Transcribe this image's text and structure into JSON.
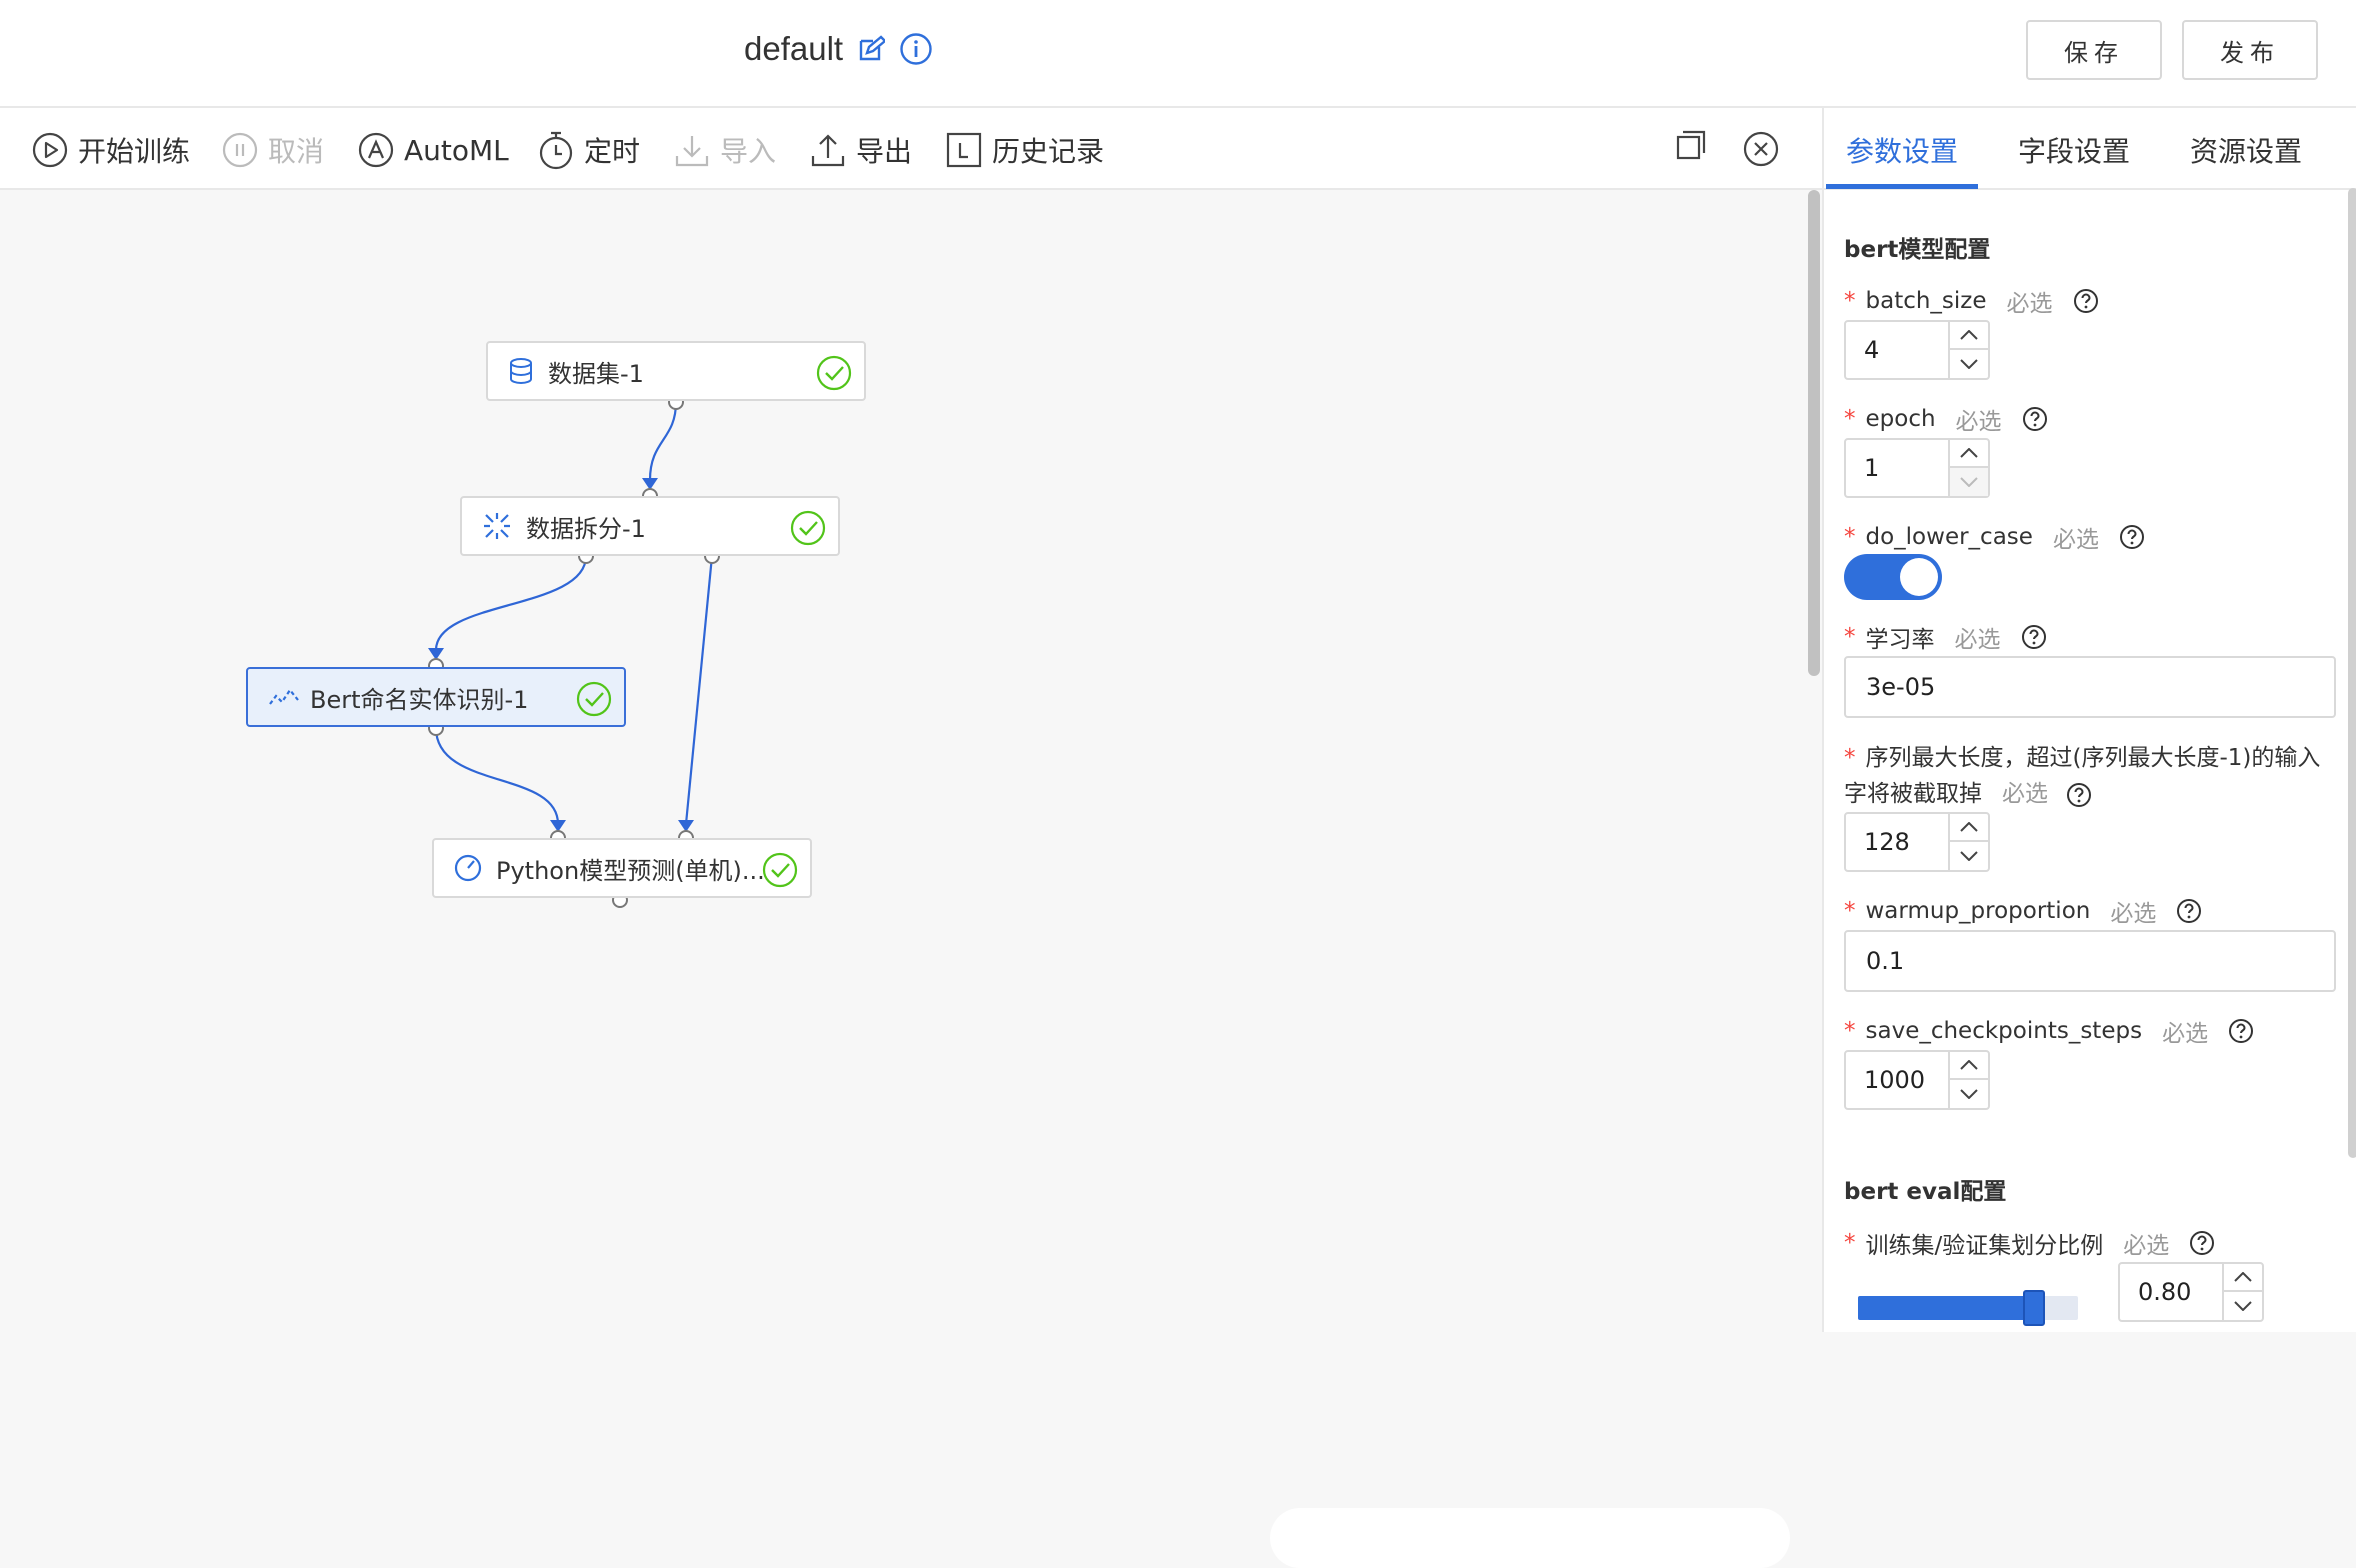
{
  "header": {
    "title": "default",
    "save_label": "保存",
    "publish_label": "发布"
  },
  "toolbar": {
    "start_training": "开始训练",
    "cancel": "取消",
    "automl": "AutoML",
    "schedule": "定时",
    "import": "导入",
    "export": "导出",
    "history": "历史记录"
  },
  "canvas": {
    "nodes": [
      {
        "label": "数据集-1",
        "icon": "database-icon",
        "status": "success"
      },
      {
        "label": "数据拆分-1",
        "icon": "split-icon",
        "status": "success"
      },
      {
        "label": "Bert命名实体识别-1",
        "icon": "model-icon",
        "status": "success"
      },
      {
        "label": "Python模型预测(单机)...",
        "icon": "predict-icon",
        "status": "success"
      }
    ]
  },
  "panel": {
    "tabs": [
      {
        "label": "参数设置",
        "active": true
      },
      {
        "label": "字段设置",
        "active": false
      },
      {
        "label": "资源设置",
        "active": false
      }
    ],
    "sections": [
      {
        "title": "bert模型配置"
      },
      {
        "title": "bert eval配置"
      }
    ],
    "optional_text": "必选",
    "required_mark": "*",
    "fields": {
      "batch_size": {
        "label": "batch_size",
        "value": "4"
      },
      "epoch": {
        "label": "epoch",
        "value": "1"
      },
      "do_lower_case": {
        "label": "do_lower_case",
        "checked": true
      },
      "learning_rate": {
        "label": "学习率",
        "value": "3e-05"
      },
      "max_seq_len": {
        "label": "序列最大长度，超过(序列最大长度-1)的输入字将被截取掉",
        "value": "128"
      },
      "warmup_proportion": {
        "label": "warmup_proportion",
        "value": "0.1"
      },
      "save_checkpoints_steps": {
        "label": "save_checkpoints_steps",
        "value": "1000"
      },
      "train_val_split": {
        "label": "训练集/验证集划分比例",
        "value": "0.80"
      }
    }
  },
  "colors": {
    "accent": "#2f6fdb",
    "success": "#52c41a",
    "required": "#f5463f"
  }
}
